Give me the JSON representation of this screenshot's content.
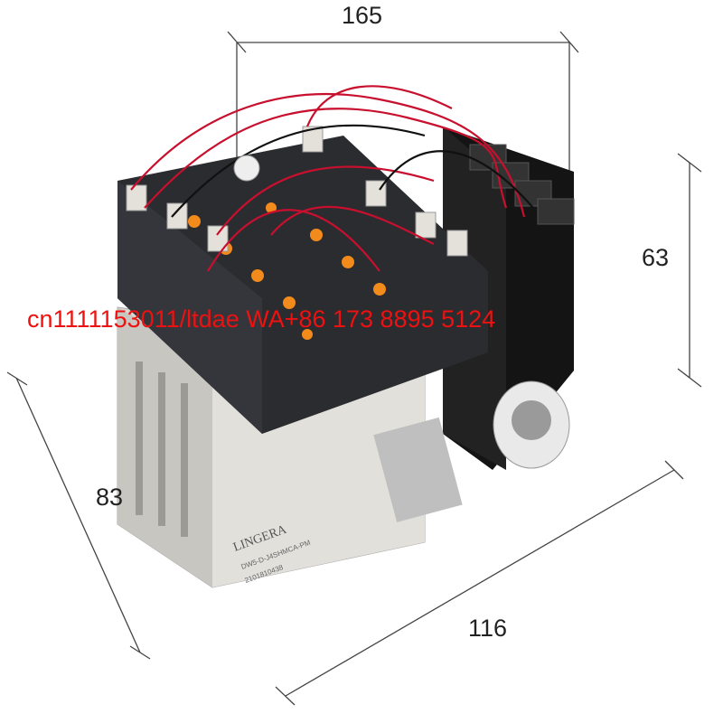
{
  "dimensions": {
    "width": "165",
    "height": "63",
    "depth": "83",
    "length": "116"
  },
  "watermark": "cn1111153011/ltdae WA+86 173 8895 5124",
  "product": {
    "brand": "LINGERA",
    "model_code": "DW5-D-J4SHMCA-PM",
    "serial": "2101810438"
  },
  "colors": {
    "watermark": "#ee1111",
    "wire_red": "#c8102e",
    "wire_black": "#111111",
    "valve_body": "#2a2c30",
    "manifold": "#d9d7d2",
    "end_block": "#141414",
    "indicator_orange": "#f28a1c"
  }
}
